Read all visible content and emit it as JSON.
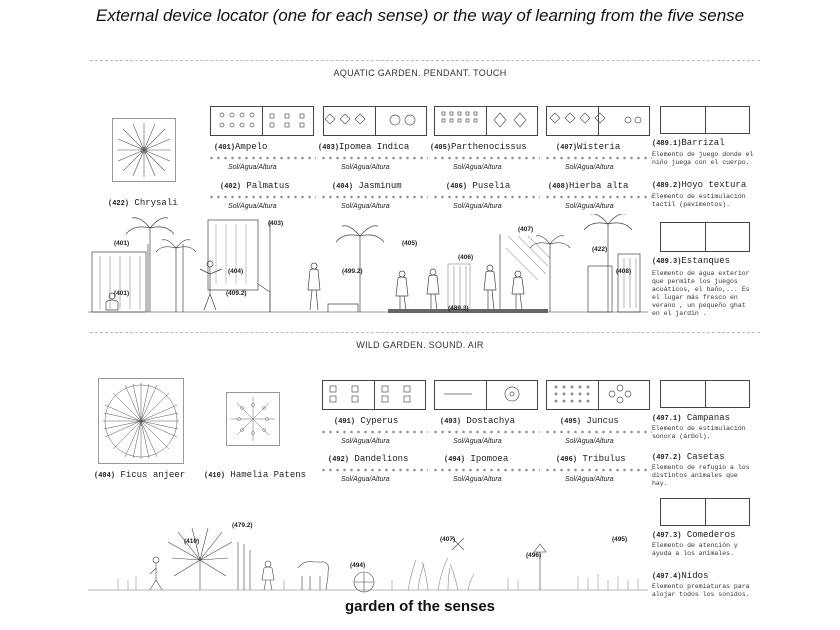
{
  "title": "External device locator (one for each sense) or the way of learning from the five sense",
  "footer": "garden of the senses",
  "aquatic": {
    "heading": "AQUATIC GARDEN. PENDANT. TOUCH",
    "featured": {
      "id": "(422)",
      "name": "Chrysali"
    },
    "plants": [
      {
        "id": "(401)",
        "name": "Ampelo",
        "sub": "Sol/Agua/Altura"
      },
      {
        "id": "(403)",
        "name": "Ipomea Indica",
        "sub": "Sol/Agua/Altura"
      },
      {
        "id": "(405)",
        "name": "Parthenocissus",
        "sub": "Sol/Agua/Altura"
      },
      {
        "id": "(407)",
        "name": "Wisteria",
        "sub": "Sol/Agua/Altura"
      },
      {
        "id": "(402)",
        "name": "Palmatus",
        "sub": "Sol/Agua/Altura"
      },
      {
        "id": "(404)",
        "name": "Jasminum",
        "sub": "Sol/Agua/Altura"
      },
      {
        "id": "(406)",
        "name": "Puselia",
        "sub": "Sol/Agua/Altura"
      },
      {
        "id": "(408)",
        "name": "Hierba alta",
        "sub": "Sol/Agua/Altura"
      }
    ],
    "elements": [
      {
        "id": "(489.1)",
        "name": "Barrizal",
        "desc": "Elemento de juego donde el\nniño juega con el cuerpo."
      },
      {
        "id": "(489.2)",
        "name": "Hoyo textura",
        "desc": "Elemento de estimulación\ntactil (pavimentos)."
      },
      {
        "id": "(489.3)",
        "name": "Estanques",
        "desc": "Elemento de agua exterior\nque permite los juegos\nacuáticos, el baño,... Es\nel lugar más fresco en\nverano , un pequeño ghat\nen el jardín ."
      }
    ],
    "tags": [
      "(401)",
      "(403)",
      "(404)",
      "(409.2)",
      "(401)",
      "(499.2)",
      "(405)",
      "(406)",
      "(489.3)",
      "(407)",
      "(422)",
      "(408)"
    ]
  },
  "wild": {
    "heading": "WILD GARDEN. SOUND. AIR",
    "featured": [
      {
        "id": "(404)",
        "name": "Ficus anjeer"
      },
      {
        "id": "(410)",
        "name": "Hamelia Patens"
      }
    ],
    "plants": [
      {
        "id": "(491)",
        "name": "Cyperus",
        "sub": "Sol/Agua/Altura"
      },
      {
        "id": "(493)",
        "name": "Dostachya",
        "sub": "Sol/Agua/Altura"
      },
      {
        "id": "(495)",
        "name": "Juncus",
        "sub": "Sol/Agua/Altura"
      },
      {
        "id": "(492)",
        "name": "Dandelions",
        "sub": "Sol/Agua/Altura"
      },
      {
        "id": "(494)",
        "name": "Ipomoea",
        "sub": "Sol/Agua/Altura"
      },
      {
        "id": "(496)",
        "name": "Tribulus",
        "sub": "Sol/Agua/Altura"
      }
    ],
    "elements": [
      {
        "id": "(497.1)",
        "name": "Campanas",
        "desc": "Elemento de estimulación\nsonora (árbol)."
      },
      {
        "id": "(497.2)",
        "name": "Casetas",
        "desc": "Elemento de refugio a los\ndistintos animales que\nhay."
      },
      {
        "id": "(497.3)",
        "name": "Comederos",
        "desc": "Elemento de atención y\nayuda a los animales."
      },
      {
        "id": "(497.4)",
        "name": "Nidos",
        "desc": "Elemento premiaturas para\nalojar todos los sonidos."
      }
    ],
    "tags": [
      "(410)",
      "(479.2)",
      "(494)",
      "(407)",
      "(496)",
      "(495)"
    ]
  },
  "colors": {
    "ink": "#222222",
    "line": "#444444",
    "pond": "#666666",
    "dash": "#bbbbbb"
  }
}
